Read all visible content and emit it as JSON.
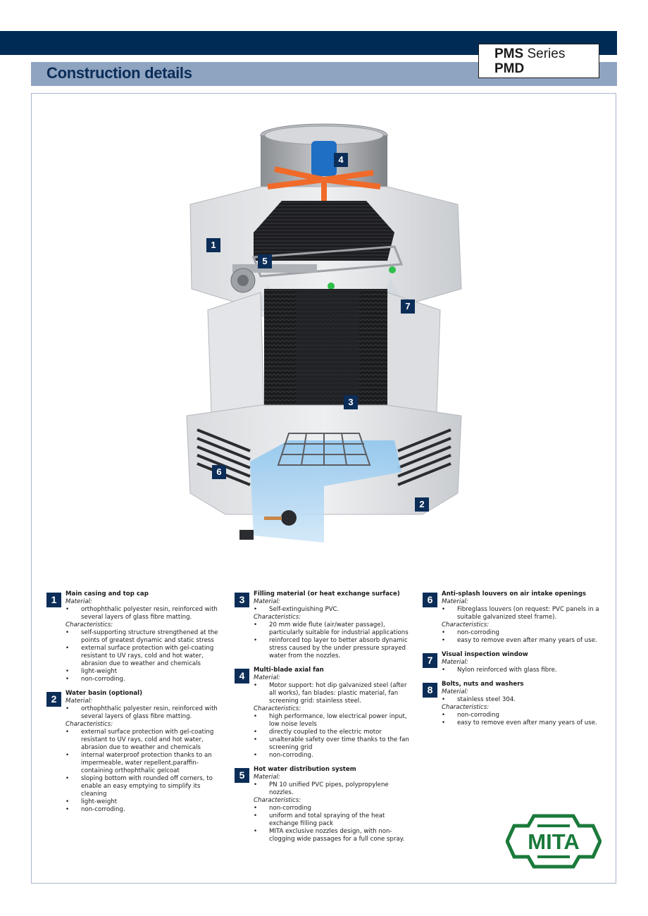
{
  "header": {
    "title": "Construction details",
    "series_line1_bold": "PMS",
    "series_line1_rest": "Series",
    "series_line2": "PMD"
  },
  "colors": {
    "navy": "#002b55",
    "badge": "#0b2d57",
    "header_band": "#8fa4c1",
    "frame_border": "#a9b6cc",
    "logo_green": "#1a7a3a"
  },
  "illustration": {
    "callouts": [
      "1",
      "2",
      "3",
      "4",
      "5",
      "6",
      "7"
    ]
  },
  "items": [
    {
      "number": "1",
      "title": "Main casing and top cap",
      "material_label": "Material:",
      "material": [
        "orthophthalic polyester resin, reinforced with several layers of glass fibre matting."
      ],
      "characteristics_label": "Characteristics:",
      "characteristics": [
        "self-supporting structure strengthened at the points of greatest dynamic and static stress",
        "external surface protection with gel-coating resistant to UV rays, cold and hot water, abrasion due to weather and chemicals",
        "light-weight",
        "non-corroding."
      ]
    },
    {
      "number": "2",
      "title": "Water basin (optional)",
      "material_label": "Material:",
      "material": [
        "orthophthalic polyester resin, reinforced with several layers of glass fibre matting."
      ],
      "characteristics_label": "Characteristics:",
      "characteristics": [
        "external surface protection with gel-coating resistant to UV rays, cold and hot water, abrasion due to weather and chemicals",
        "internal waterproof protection thanks to an impermeable, water repellent,paraffin-containing orthophthalic gelcoat",
        "sloping bottom with rounded off corners, to enable an easy emptying to simplify its cleaning",
        "light-weight",
        "non-corroding."
      ]
    },
    {
      "number": "3",
      "title": "Filling material (or heat exchange surface)",
      "material_label": "Material:",
      "material": [
        "Self-extinguishing PVC."
      ],
      "characteristics_label": "Characteristics:",
      "characteristics": [
        "20 mm wide flute (air/water passage), particularly suitable for industrial applications",
        "reinforced top layer to better absorb dynamic stress caused by the under pressure sprayed water from the nozzles."
      ]
    },
    {
      "number": "4",
      "title": "Multi-blade axial fan",
      "material_label": "Material:",
      "material": [
        "Motor support: hot dip galvanized steel (after all works), fan blades: plastic material, fan screening grid: stainless steel."
      ],
      "characteristics_label": "Characteristics:",
      "characteristics": [
        "high performance, low electrical power input, low noise levels",
        "directly coupled to the electric motor",
        "unalterable safety over time thanks to the fan screening grid",
        "non-corroding."
      ]
    },
    {
      "number": "5",
      "title": "Hot water distribution system",
      "material_label": "Material:",
      "material": [
        "PN 10 unified PVC pipes, polypropylene nozzles."
      ],
      "characteristics_label": "Characteristics:",
      "characteristics": [
        "non-corroding",
        "uniform and total spraying of the heat exchange filling pack",
        "MITA exclusive nozzles design, with non-clogging wide passages for a full cone spray."
      ]
    },
    {
      "number": "6",
      "title": "Anti-splash louvers on air intake openings",
      "material_label": "Material:",
      "material": [
        "Fibreglass louvers (on request: PVC panels in a suitable galvanized steel frame)."
      ],
      "characteristics_label": "Characteristics:",
      "characteristics": [
        "non-corroding",
        "easy to remove even after many years of use."
      ]
    },
    {
      "number": "7",
      "title": "Visual inspection window",
      "material_label": "Material:",
      "material": [
        "Nylon reinforced with glass fibre."
      ],
      "characteristics_label": "",
      "characteristics": []
    },
    {
      "number": "8",
      "title": "Bolts, nuts and washers",
      "material_label": "Material:",
      "material": [
        "stainless steel 304."
      ],
      "characteristics_label": "Characteristics:",
      "characteristics": [
        "non-corroding",
        "easy to remove even after many years of use."
      ]
    }
  ],
  "logo": {
    "text": "MITA"
  }
}
